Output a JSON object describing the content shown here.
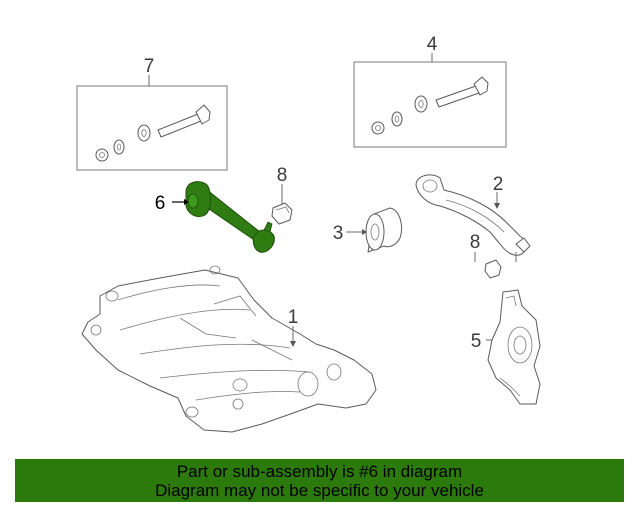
{
  "diagram": {
    "callouts": [
      "1",
      "2",
      "3",
      "4",
      "5",
      "6",
      "7",
      "8",
      "8"
    ],
    "highlighted_part": "6"
  },
  "banner": {
    "line1": "Part or sub-assembly is #6 in diagram",
    "line2": "Diagram may not be specific to your vehicle"
  },
  "colors": {
    "banner_bg": "#2b7a0b",
    "highlight_part": "#2f7d12",
    "line_art": "#5a5a5a"
  }
}
